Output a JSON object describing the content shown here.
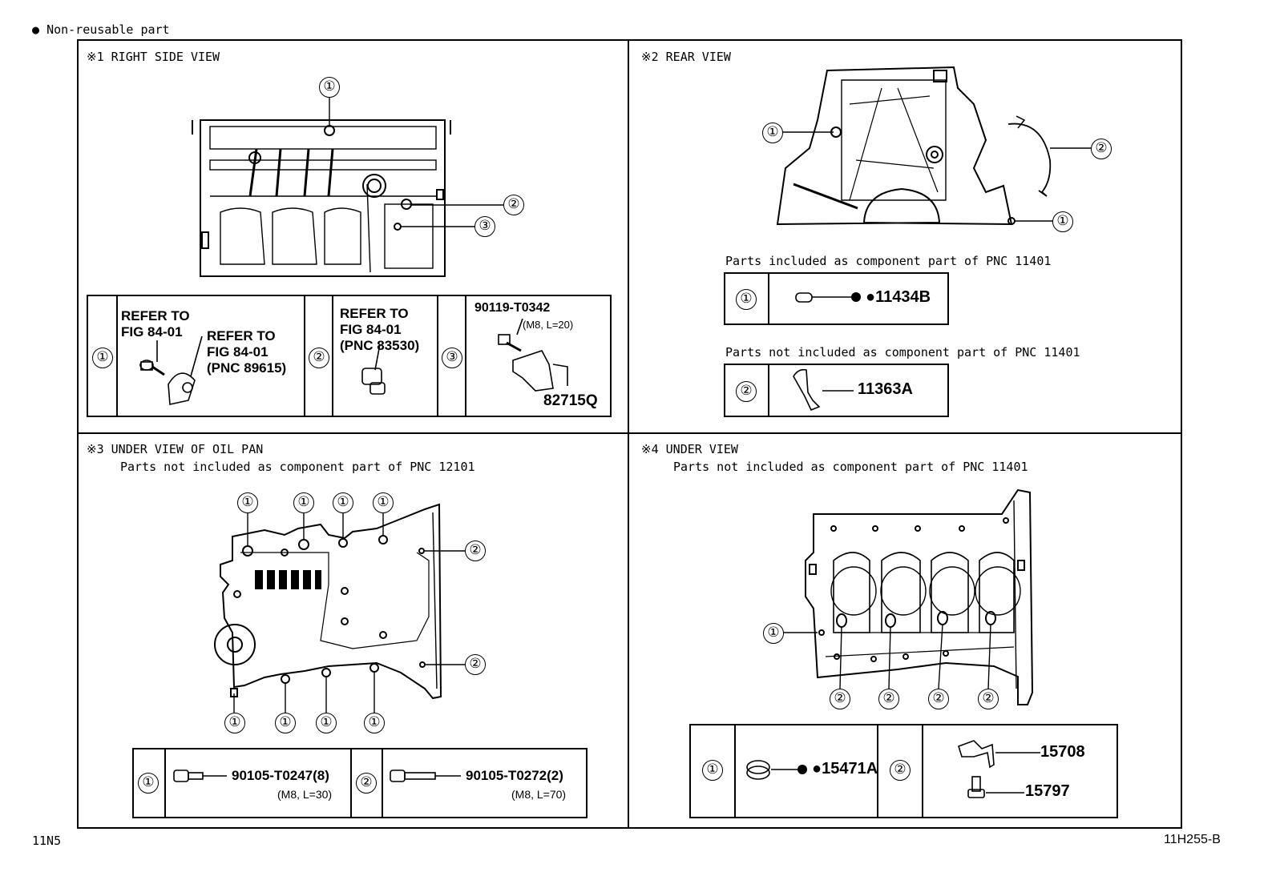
{
  "legend": {
    "marker": "●",
    "text": "Non-reusable part"
  },
  "footer": {
    "left_code": "11N5",
    "right_code": "11H255-B"
  },
  "colors": {
    "line": "#000000",
    "background": "#ffffff"
  },
  "panels": {
    "right_side": {
      "title": "※1 RIGHT SIDE VIEW",
      "callouts": [
        "①",
        "②",
        "③"
      ],
      "table": {
        "c1": {
          "num": "①",
          "ref1": "REFER TO\nFIG 84-01",
          "ref2": "REFER TO\nFIG 84-01\n(PNC 89615)"
        },
        "c2": {
          "num": "②",
          "ref": "REFER TO\nFIG 84-01\n(PNC 83530)"
        },
        "c3": {
          "num": "③",
          "part": "90119-T0342",
          "spec": "(M8, L=20)",
          "part2": "82715Q"
        }
      }
    },
    "rear": {
      "title": "※2 REAR VIEW",
      "callouts": [
        "①",
        "②",
        "①"
      ],
      "incl_caption": "Parts included as component part of PNC 11401",
      "incl_row": {
        "num": "①",
        "marker": "●",
        "part": "11434B"
      },
      "notincl_caption": "Parts not included as component part of PNC 11401",
      "notincl_row": {
        "num": "②",
        "part": "11363A"
      }
    },
    "oil_pan": {
      "title": "※3 UNDER VIEW OF OIL PAN",
      "caption": "Parts not included as component part of PNC 12101",
      "callout_1": "①",
      "callout_2": "②",
      "table": {
        "c1": {
          "num": "①",
          "part": "90105-T0247(8)",
          "spec": "(M8, L=30)"
        },
        "c2": {
          "num": "②",
          "part": "90105-T0272(2)",
          "spec": "(M8, L=70)"
        }
      }
    },
    "under": {
      "title": "※4 UNDER VIEW",
      "caption": "Parts not included as component part of PNC 11401",
      "callout_1": "①",
      "callout_2": "②",
      "table": {
        "c1": {
          "num": "①",
          "marker": "●",
          "part": "15471A"
        },
        "c2": {
          "num": "②",
          "part_a": "15708",
          "part_b": "15797"
        }
      }
    }
  }
}
